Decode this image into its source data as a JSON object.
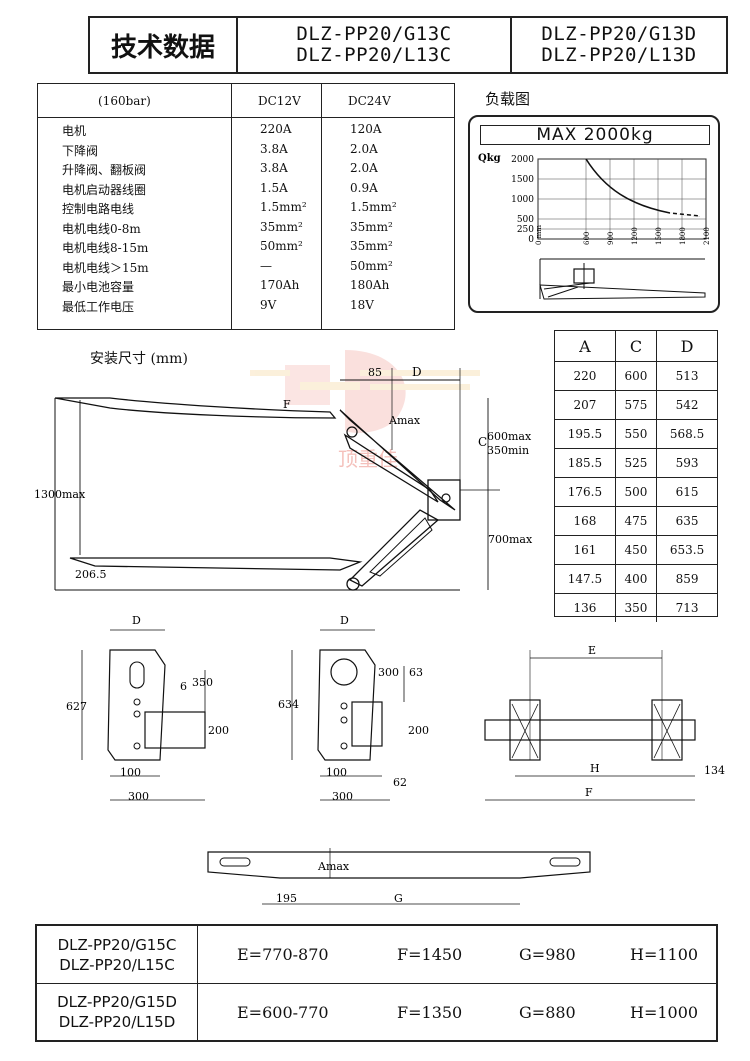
{
  "header": {
    "title": "技术数据",
    "models_c": [
      "DLZ-PP20/G13C",
      "DLZ-PP20/L13C"
    ],
    "models_d": [
      "DLZ-PP20/G13D",
      "DLZ-PP20/L13D"
    ]
  },
  "spec_table": {
    "col_headers": [
      "(160bar)",
      "DC12V",
      "DC24V"
    ],
    "rows": [
      {
        "label": "电机",
        "dc12": "220A",
        "dc24": "120A"
      },
      {
        "label": "下降阀",
        "dc12": "3.8A",
        "dc24": "2.0A"
      },
      {
        "label": "升降阀、翻板阀",
        "dc12": "3.8A",
        "dc24": "2.0A"
      },
      {
        "label": "电机启动器线圈",
        "dc12": "1.5A",
        "dc24": "0.9A"
      },
      {
        "label": "控制电路电线",
        "dc12": "1.5mm²",
        "dc24": "1.5mm²"
      },
      {
        "label": "电机电线0-8m",
        "dc12": "35mm²",
        "dc24": "35mm²"
      },
      {
        "label": "电机电线8-15m",
        "dc12": "50mm²",
        "dc24": "35mm²"
      },
      {
        "label": "电机电线＞15m",
        "dc12": "—",
        "dc24": "50mm²"
      },
      {
        "label": "最小电池容量",
        "dc12": "170Ah",
        "dc24": "180Ah"
      },
      {
        "label": "最低工作电压",
        "dc12": "9V",
        "dc24": "18V"
      }
    ]
  },
  "load_chart": {
    "section_label": "负载图",
    "banner": "MAX 2000kg",
    "y_axis_label": "Qkg",
    "y_ticks": [
      "2000",
      "1500",
      "1000",
      "500",
      "250",
      "0"
    ],
    "x_ticks": [
      "0 mm",
      "600",
      "900",
      "1200",
      "1500",
      "1800",
      "2100"
    ]
  },
  "install": {
    "title": "安装尺寸 (mm)",
    "labels": {
      "dim_85": "85",
      "dim_d": "D",
      "amax": "Amax",
      "c": "C",
      "c_max": "600max",
      "c_min": "350min",
      "h_1300": "1300max",
      "h_700": "700max",
      "h_206": "206.5",
      "f": "F"
    },
    "watermark": "顶重佳"
  },
  "acd_table": {
    "headers": [
      "A",
      "C",
      "D"
    ],
    "rows": [
      [
        "220",
        "600",
        "513"
      ],
      [
        "207",
        "575",
        "542"
      ],
      [
        "195.5",
        "550",
        "568.5"
      ],
      [
        "185.5",
        "525",
        "593"
      ],
      [
        "176.5",
        "500",
        "615"
      ],
      [
        "168",
        "475",
        "635"
      ],
      [
        "161",
        "450",
        "653.5"
      ],
      [
        "147.5",
        "400",
        "859"
      ],
      [
        "136",
        "350",
        "713"
      ]
    ]
  },
  "bracket_left": {
    "d": "D",
    "h627": "627",
    "d6": "6",
    "d350": "350",
    "d200": "200",
    "d100": "100",
    "d300": "300"
  },
  "bracket_mid": {
    "d": "D",
    "h634": "634",
    "d300": "300",
    "d63": "63",
    "d200": "200",
    "d100": "100",
    "d62": "62",
    "d300b": "300"
  },
  "frame_view": {
    "e": "E",
    "h": "H",
    "f": "F",
    "d134": "134"
  },
  "platform_view": {
    "amax": "Amax",
    "d195": "195",
    "g": "G"
  },
  "bottom_table": {
    "rows": [
      {
        "models": [
          "DLZ-PP20/G15C",
          "DLZ-PP20/L15C"
        ],
        "e": "E=770-870",
        "f": "F=1450",
        "g": "G=980",
        "h": "H=1100"
      },
      {
        "models": [
          "DLZ-PP20/G15D",
          "DLZ-PP20/L15D"
        ],
        "e": "E=600-770",
        "f": "F=1350",
        "g": "G=880",
        "h": "H=1000"
      }
    ]
  }
}
